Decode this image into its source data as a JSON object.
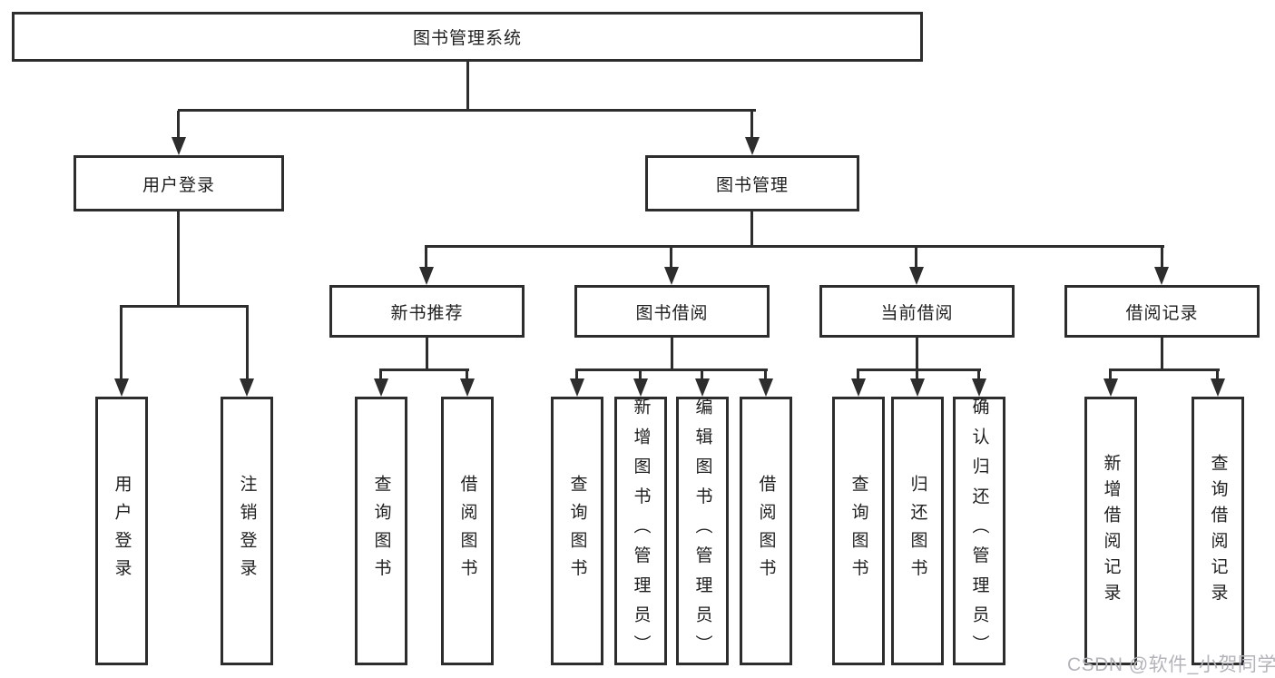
{
  "colors": {
    "line": "#2d2d2d",
    "box_border": "#2d2d2d",
    "box_background": "#ffffff",
    "text": "#1f1f1f",
    "watermark": "#b5b3ba",
    "page_background": "#ffffff"
  },
  "tree": {
    "root": {
      "label": "图书管理系统",
      "children": [
        {
          "label": "用户登录",
          "children": [
            {
              "label": "用户登录"
            },
            {
              "label": "注销登录"
            }
          ]
        },
        {
          "label": "图书管理",
          "children": [
            {
              "label": "新书推荐",
              "children": [
                {
                  "label": "查询图书"
                },
                {
                  "label": "借阅图书"
                }
              ]
            },
            {
              "label": "图书借阅",
              "children": [
                {
                  "label": "查询图书"
                },
                {
                  "label": "新增图书（管理员）"
                },
                {
                  "label": "编辑图书（管理员）"
                },
                {
                  "label": "借阅图书"
                }
              ]
            },
            {
              "label": "当前借阅",
              "children": [
                {
                  "label": "查询图书"
                },
                {
                  "label": "归还图书"
                },
                {
                  "label": "确认归还（管理员）"
                }
              ]
            },
            {
              "label": "借阅记录",
              "children": [
                {
                  "label": "新增借阅记录"
                },
                {
                  "label": "查询借阅记录"
                }
              ]
            }
          ]
        }
      ]
    }
  },
  "watermark": {
    "text": "CSDN @软件_小贺同学"
  }
}
